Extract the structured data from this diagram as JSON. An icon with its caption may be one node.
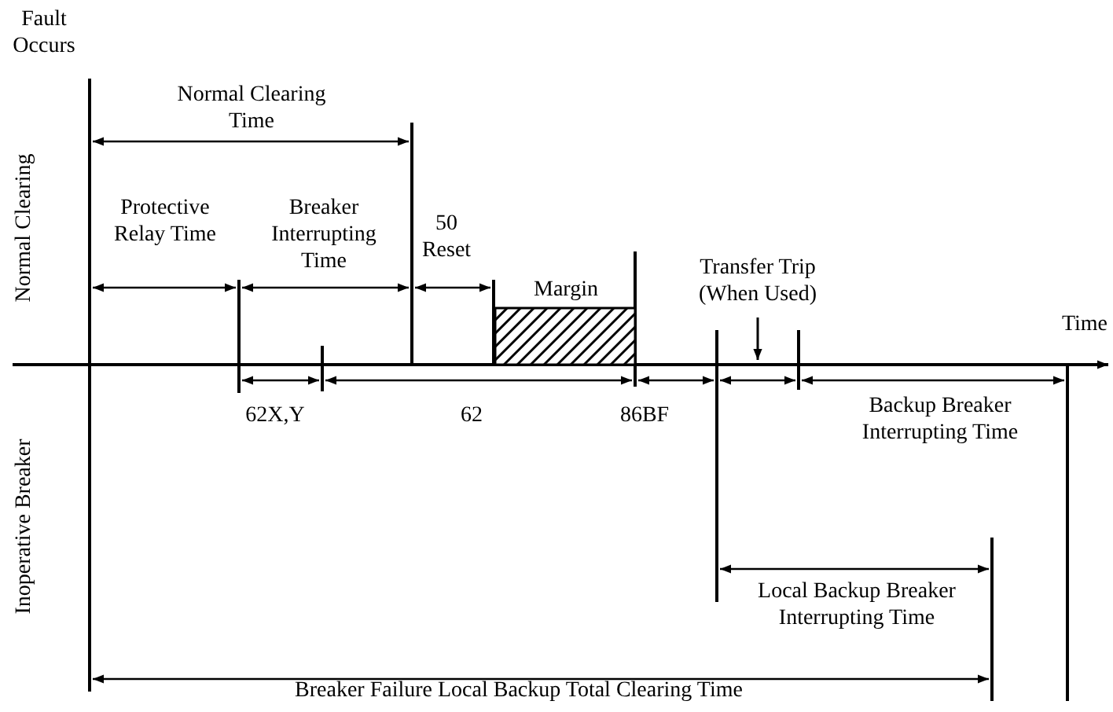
{
  "diagram": {
    "nodes": [
      {
        "text": [],
        "shape": "bar",
        "beside": [
          "Margin"
        ]
      }
    ],
    "labels": [
      "Fault Occurs",
      "Normal Clearing Time",
      "Normal Clearing",
      "Protective Relay Time",
      "Breaker Interrupting Time",
      "50 Reset",
      "Transfer Trip (When Used)",
      "Time",
      "62X,Y",
      "62",
      "86BF",
      "Backup Breaker Interrupting Time",
      "Inoperative Breaker",
      "Local Backup Breaker Interrupting Time",
      "Breaker Failure Local Backup Total Clearing Time"
    ]
  }
}
